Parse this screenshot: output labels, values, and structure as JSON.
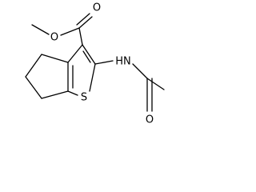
{
  "molecule": {
    "atoms": {
      "carbonyl_o_top": "O",
      "ester_o": "O",
      "ring_s": "S",
      "amide_n": "HN",
      "amide_o": "O"
    }
  }
}
